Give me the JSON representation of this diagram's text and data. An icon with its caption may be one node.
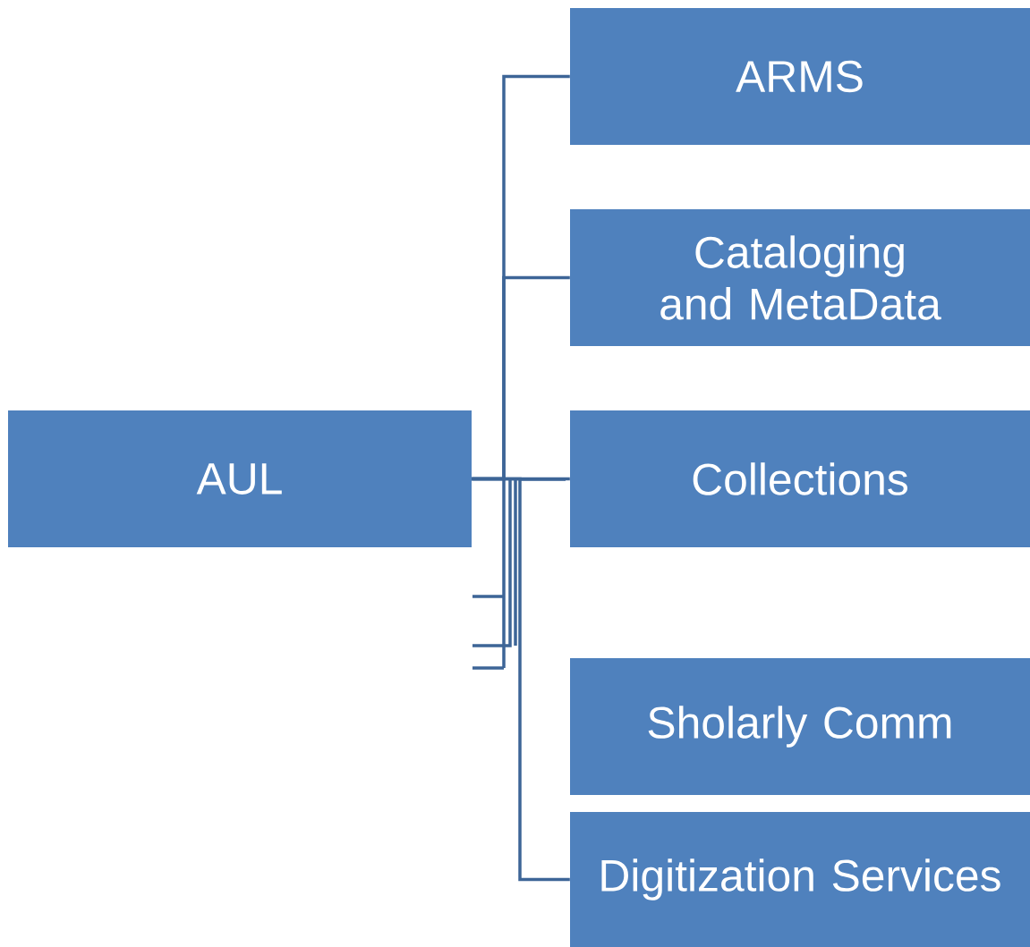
{
  "diagram": {
    "nodes": [
      {
        "text": [
          "AUL"
        ]
      },
      {
        "text": [
          "ARMS"
        ]
      },
      {
        "text": [
          "Cataloging and MetaData"
        ]
      },
      {
        "text": [
          "Collections"
        ]
      },
      {
        "text": [
          "Sholarly Comm"
        ]
      },
      {
        "text": [
          "Digitization Services"
        ]
      }
    ],
    "edges": [
      {
        "from": 0,
        "to": 1,
        "arrow": "none"
      },
      {
        "from": 0,
        "to": 2,
        "arrow": "none"
      },
      {
        "from": 0,
        "to": 3,
        "arrow": "none"
      },
      {
        "from": 0,
        "to": 5,
        "arrow": "none"
      }
    ]
  }
}
